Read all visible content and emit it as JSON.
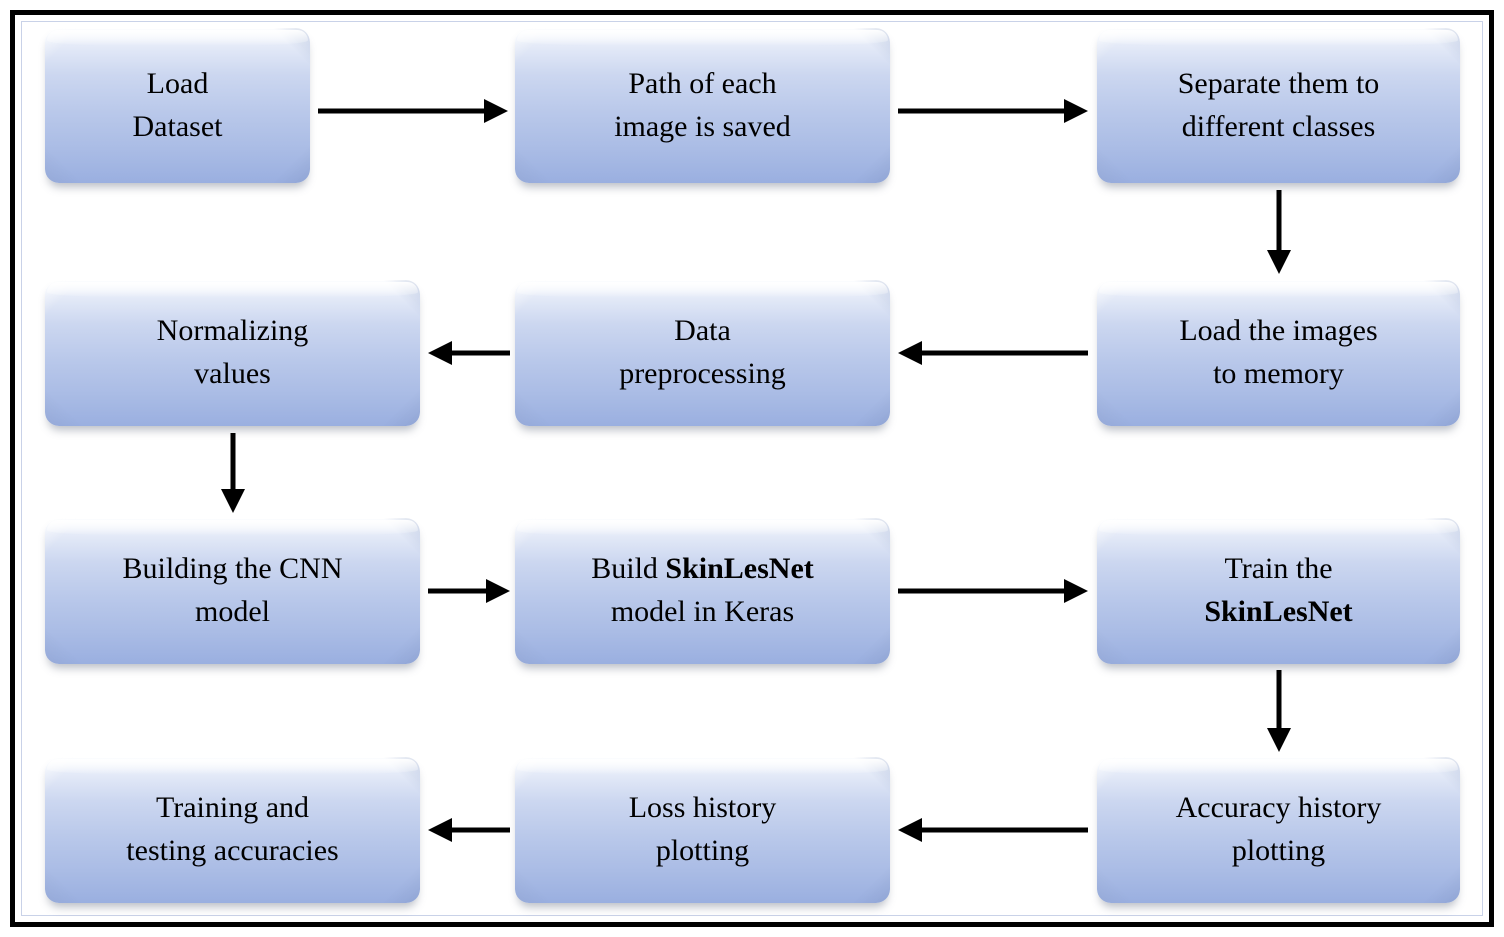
{
  "diagram": {
    "title": "SkinLesNet CNN training workflow flowchart",
    "colors": {
      "box_top": "#fdfeff",
      "box_bottom": "#9aafe0",
      "box_mid": "#b9c8ea",
      "arrow": "#000000",
      "frame": "#000000",
      "background": "#ffffff",
      "text": "#000000"
    },
    "nodes": [
      {
        "id": "load-dataset",
        "line1": "Load",
        "line2": "Dataset",
        "bold1": "",
        "bold2": ""
      },
      {
        "id": "path-saved",
        "line1": "Path of each",
        "line2": "image is saved",
        "bold1": "",
        "bold2": ""
      },
      {
        "id": "separate-classes",
        "line1": "Separate them to",
        "line2": "different classes",
        "bold1": "",
        "bold2": ""
      },
      {
        "id": "normalizing-values",
        "line1": "Normalizing",
        "line2": "values",
        "bold1": "",
        "bold2": ""
      },
      {
        "id": "data-preprocessing",
        "line1": "Data",
        "line2": "preprocessing",
        "bold1": "",
        "bold2": ""
      },
      {
        "id": "load-images-memory",
        "line1": "Load the images",
        "line2": "to memory",
        "bold1": "",
        "bold2": ""
      },
      {
        "id": "building-cnn-model",
        "line1": "Building the CNN",
        "line2": "model",
        "bold1": "",
        "bold2": ""
      },
      {
        "id": "build-skinlesnet",
        "line1": "Build ",
        "line2": "model in Keras",
        "bold1": "SkinLesNet",
        "bold2": ""
      },
      {
        "id": "train-skinlesnet",
        "line1": "Train the",
        "line2": "",
        "bold1": "",
        "bold2": "SkinLesNet"
      },
      {
        "id": "training-testing-accuracies",
        "line1": "Training and",
        "line2": "testing accuracies",
        "bold1": "",
        "bold2": ""
      },
      {
        "id": "loss-history-plotting",
        "line1": "Loss history",
        "line2": "plotting",
        "bold1": "",
        "bold2": ""
      },
      {
        "id": "accuracy-history-plotting",
        "line1": "Accuracy history",
        "line2": "plotting",
        "bold1": "",
        "bold2": ""
      }
    ],
    "connectors": [
      {
        "id": "load-dataset-to-path-saved",
        "from": "load-dataset",
        "to": "path-saved",
        "direction": "right"
      },
      {
        "id": "path-saved-to-separate-classes",
        "from": "path-saved",
        "to": "separate-classes",
        "direction": "right"
      },
      {
        "id": "separate-classes-to-load-images",
        "from": "separate-classes",
        "to": "load-images-memory",
        "direction": "down"
      },
      {
        "id": "load-images-to-data-preprocessing",
        "from": "load-images-memory",
        "to": "data-preprocessing",
        "direction": "left"
      },
      {
        "id": "data-preprocessing-to-normalizing",
        "from": "data-preprocessing",
        "to": "normalizing-values",
        "direction": "left"
      },
      {
        "id": "normalizing-to-building-cnn",
        "from": "normalizing-values",
        "to": "building-cnn-model",
        "direction": "down"
      },
      {
        "id": "building-cnn-to-build-skinlesnet",
        "from": "building-cnn-model",
        "to": "build-skinlesnet",
        "direction": "right"
      },
      {
        "id": "build-skinlesnet-to-train-skinlesnet",
        "from": "build-skinlesnet",
        "to": "train-skinlesnet",
        "direction": "right"
      },
      {
        "id": "train-skinlesnet-to-accuracy-history",
        "from": "train-skinlesnet",
        "to": "accuracy-history-plotting",
        "direction": "down"
      },
      {
        "id": "accuracy-history-to-loss-history",
        "from": "accuracy-history-plotting",
        "to": "loss-history-plotting",
        "direction": "left"
      },
      {
        "id": "loss-history-to-training-testing",
        "from": "loss-history-plotting",
        "to": "training-testing-accuracies",
        "direction": "left"
      }
    ]
  }
}
